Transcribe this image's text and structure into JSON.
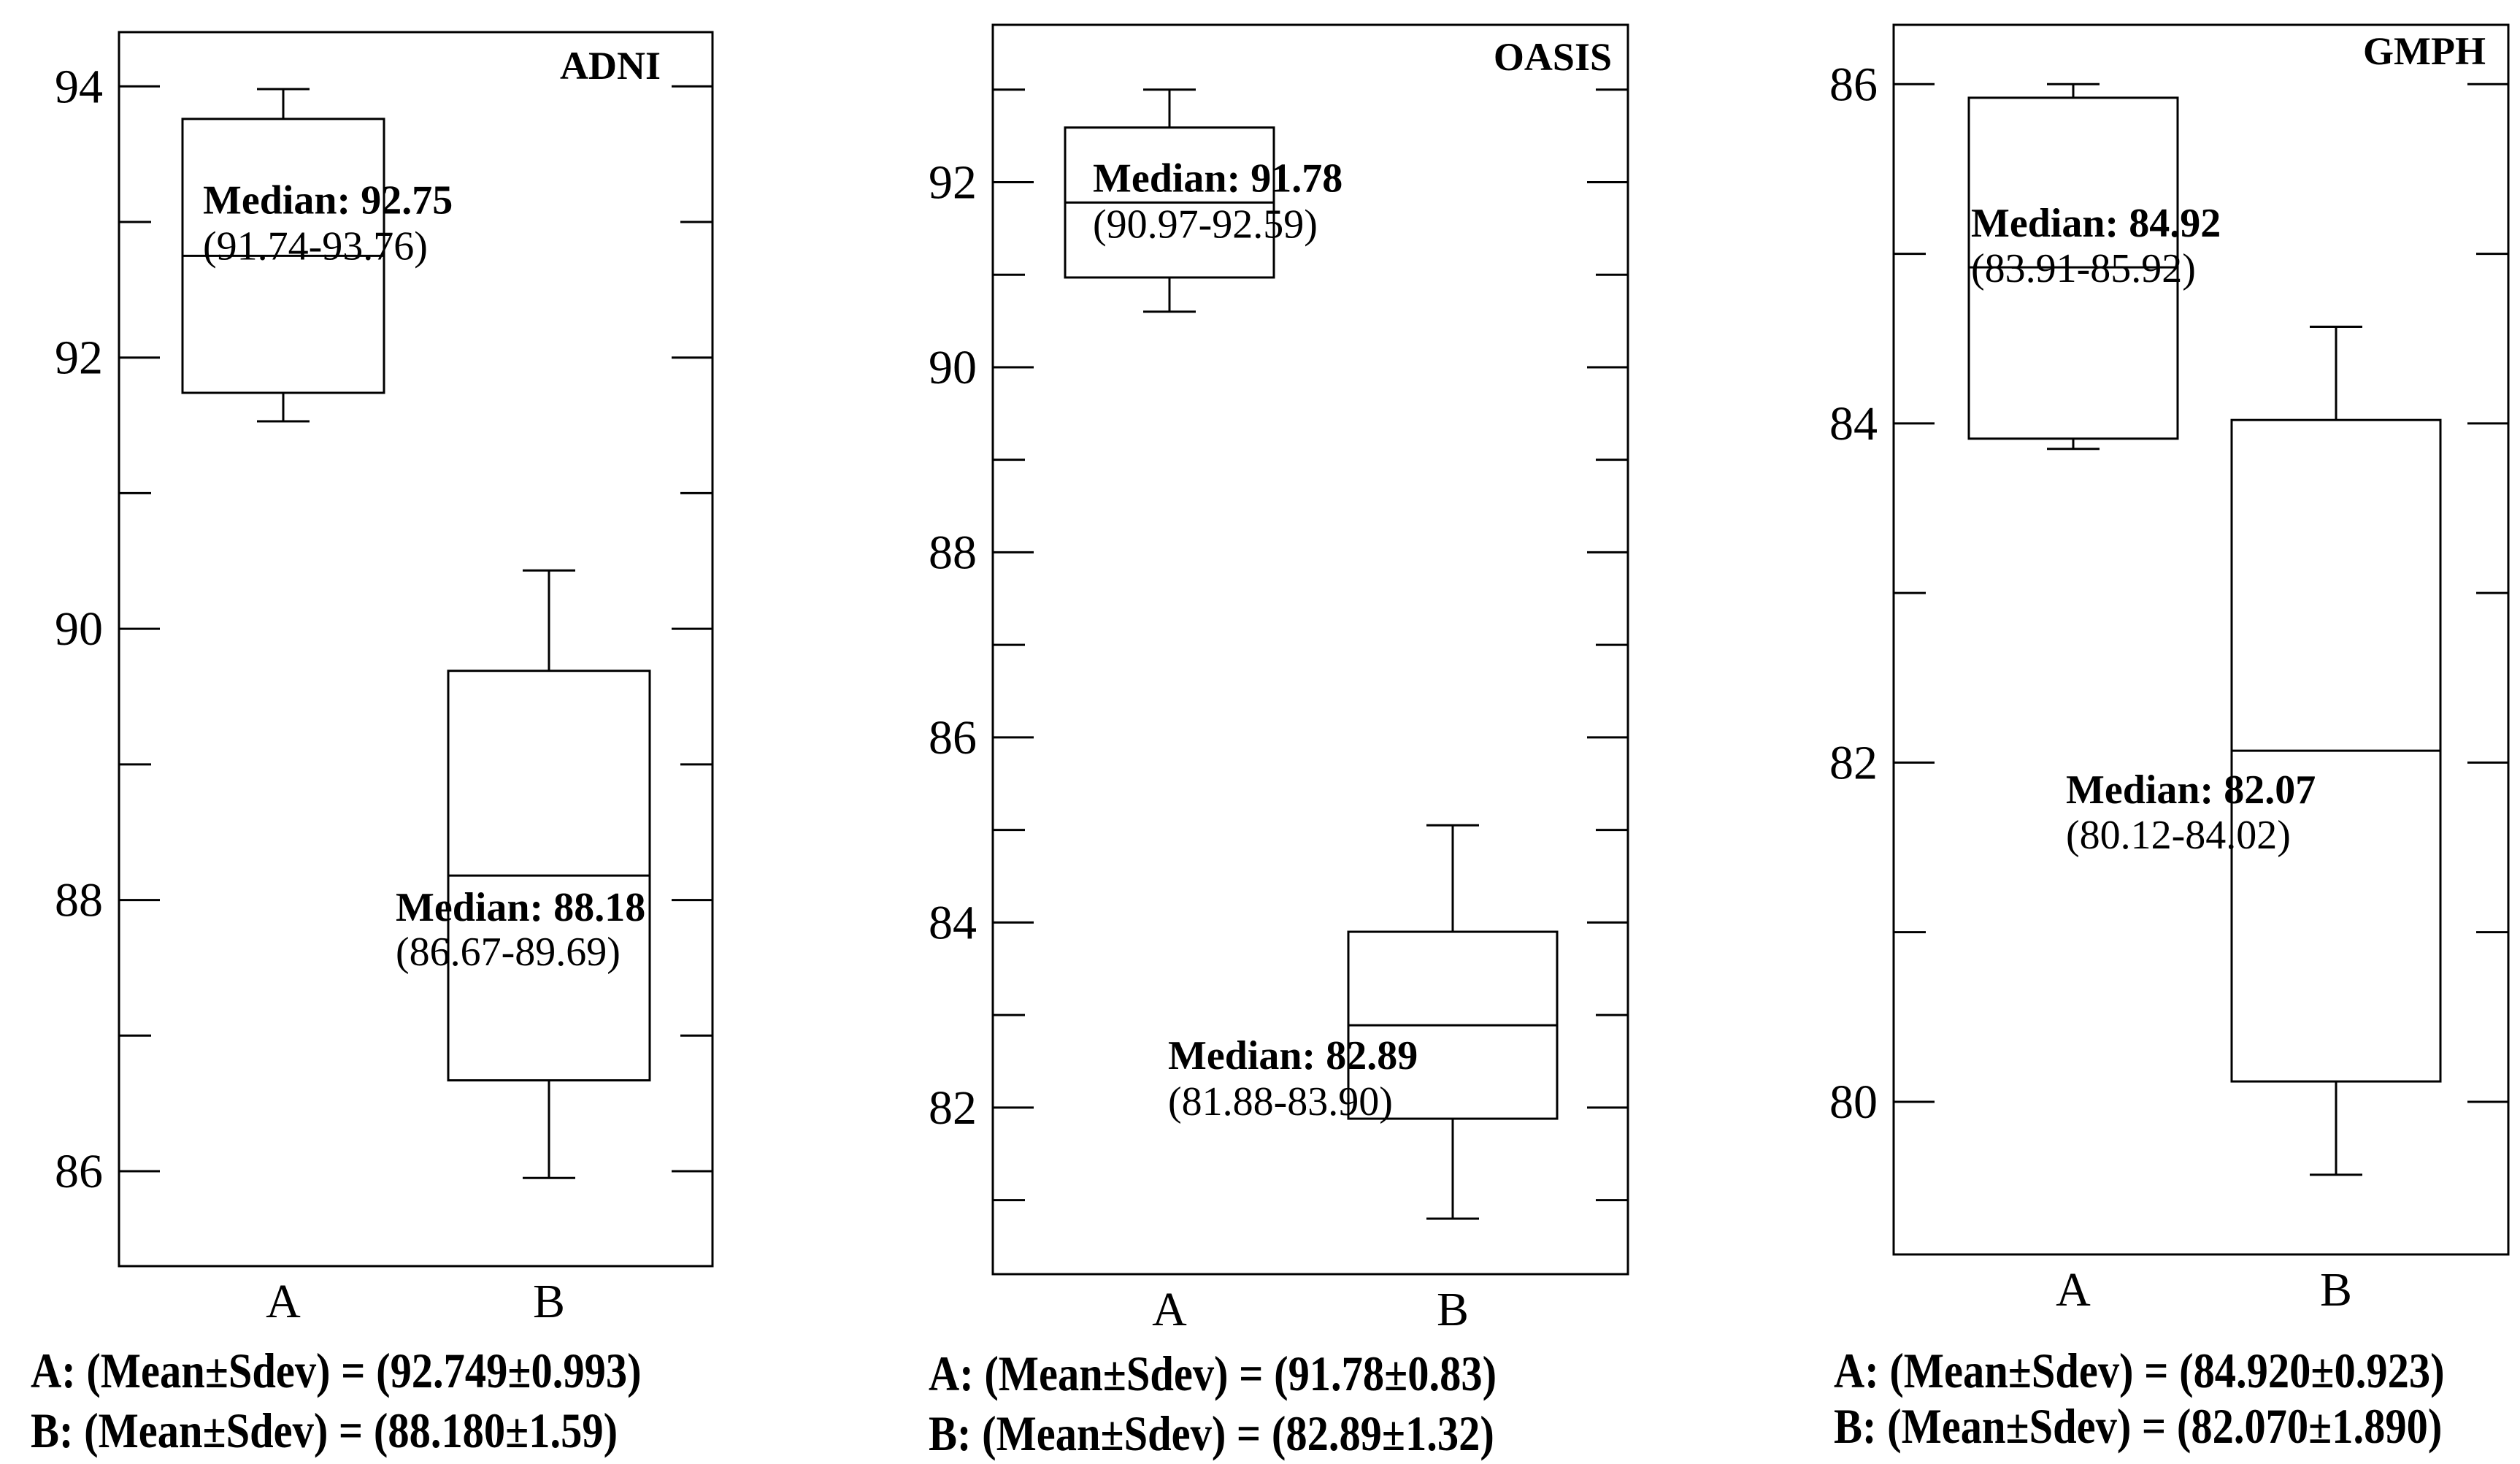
{
  "chart_data": [
    {
      "type": "box",
      "title": "ADNI",
      "categories": [
        "A",
        "B"
      ],
      "yticks": [
        "86",
        "88",
        "90",
        "92",
        "94"
      ],
      "ylim": [
        85.3,
        94.4
      ],
      "series": [
        {
          "name": "A",
          "whisker_low": 91.53,
          "q1": 91.74,
          "median": 92.75,
          "q3": 93.76,
          "whisker_high": 93.98,
          "median_label": "Median: 92.75",
          "ci_label": "(91.74-93.76)"
        },
        {
          "name": "B",
          "whisker_low": 85.95,
          "q1": 86.67,
          "median": 88.18,
          "q3": 89.69,
          "whisker_high": 90.43,
          "median_label": "Median: 88.18",
          "ci_label": "(86.67-89.69)"
        }
      ],
      "stats": [
        "A: (Mean±Sdev) = (92.749±0.993)",
        "B: (Mean±Sdev) = (88.180±1.59)"
      ]
    },
    {
      "type": "box",
      "title": "OASIS",
      "categories": [
        "A",
        "B"
      ],
      "yticks": [
        "82",
        "84",
        "86",
        "88",
        "90",
        "92"
      ],
      "ylim": [
        80.2,
        93.7
      ],
      "series": [
        {
          "name": "A",
          "whisker_low": 90.6,
          "q1": 90.97,
          "median": 91.78,
          "q3": 92.59,
          "whisker_high": 93.0,
          "median_label": "Median: 91.78",
          "ci_label": "(90.97-92.59)"
        },
        {
          "name": "B",
          "whisker_low": 80.8,
          "q1": 81.88,
          "median": 82.89,
          "q3": 83.9,
          "whisker_high": 85.05,
          "median_label": "Median: 82.89",
          "ci_label": "(81.88-83.90)"
        }
      ],
      "stats": [
        "A: (Mean±Sdev) = (91.78±0.83)",
        "B: (Mean±Sdev) = (82.89±1.32)"
      ]
    },
    {
      "type": "box",
      "title": "GMPH",
      "categories": [
        "A",
        "B"
      ],
      "yticks": [
        "80",
        "82",
        "84",
        "86"
      ],
      "ylim": [
        79.1,
        86.35
      ],
      "series": [
        {
          "name": "A",
          "whisker_low": 83.85,
          "q1": 83.91,
          "median": 84.92,
          "q3": 85.92,
          "whisker_high": 86.0,
          "median_label": "Median: 84.92",
          "ci_label": "(83.91-85.92)"
        },
        {
          "name": "B",
          "whisker_low": 79.57,
          "q1": 80.12,
          "median": 82.07,
          "q3": 84.02,
          "whisker_high": 84.57,
          "median_label": "Median: 82.07",
          "ci_label": "(80.12-84.02)"
        }
      ],
      "stats": [
        "A: (Mean±Sdev) = (84.920±0.923)",
        "B: (Mean±Sdev) = (82.070±1.890)"
      ]
    }
  ]
}
